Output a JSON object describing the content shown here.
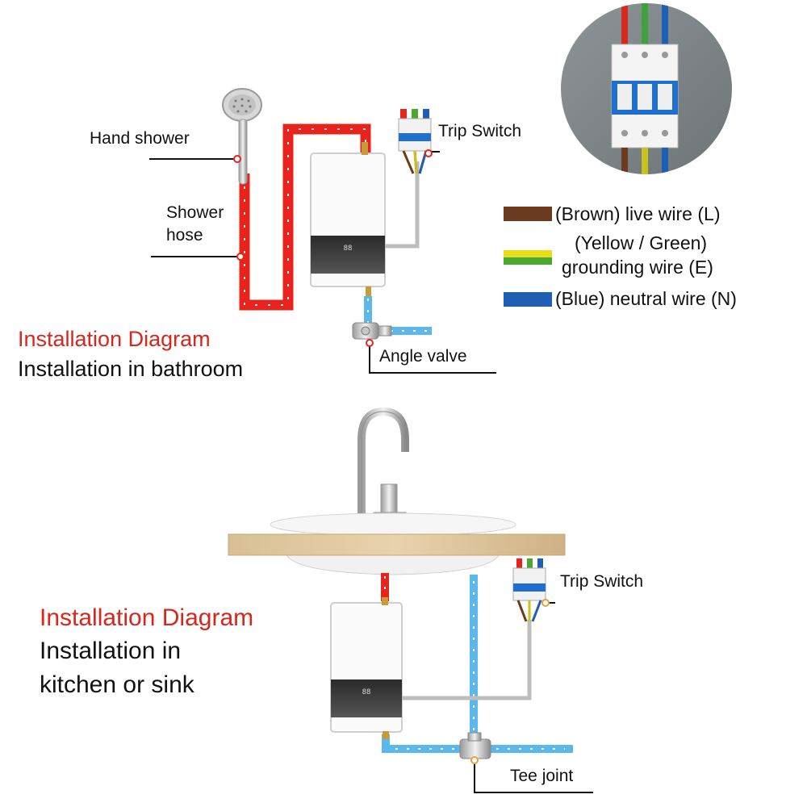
{
  "bathroom": {
    "label_hand_shower": "Hand shower",
    "label_shower_hose_line1": "Shower",
    "label_shower_hose_line2": "hose",
    "label_trip_switch": "Trip Switch",
    "label_angle_valve": "Angle valve",
    "title": "Installation Diagram",
    "subtitle": "Installation in bathroom"
  },
  "kitchen": {
    "label_trip_switch": "Trip Switch",
    "label_tee_joint": "Tee joint",
    "title": "Installation Diagram",
    "subtitle_line1": "Installation in",
    "subtitle_line2": "kitchen or sink"
  },
  "legend": {
    "items": [
      {
        "lines": [
          "(Brown) live wire (L)"
        ],
        "color": "#6b3a1f"
      },
      {
        "lines": [
          "(Yellow / Green)",
          "grounding wire (E)"
        ],
        "color": "#e6dd1c",
        "color2": "#4aa832"
      },
      {
        "lines": [
          "(Blue) neutral wire (N)"
        ],
        "color": "#1e5fb4"
      }
    ]
  },
  "colors": {
    "hot_pipe": "#e8231c",
    "cold_pipe": "#5bb8ec",
    "title_red": "#d8261c",
    "cable_gray": "#bdbdbd"
  },
  "icons": [
    "hand-shower-icon",
    "water-heater-icon",
    "trip-switch-icon",
    "angle-valve-icon",
    "tee-joint-icon",
    "faucet-icon",
    "sink-icon",
    "breaker-photo-icon"
  ]
}
